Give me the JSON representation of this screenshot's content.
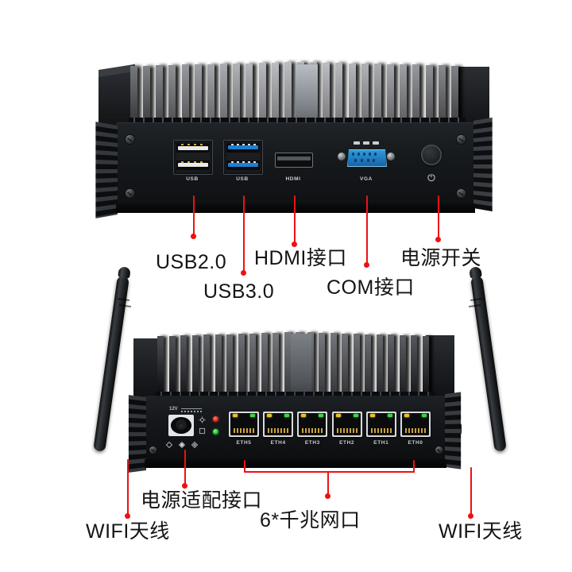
{
  "page": {
    "background": "#ffffff",
    "accent_line_color": "#ee1111",
    "text_color": "#141414"
  },
  "product": {
    "type": "fanless-mini-pc",
    "chassis_color": "#17191c",
    "heatsink_color": "#8d9298"
  },
  "front_panel": {
    "port_labels": [
      {
        "id": "usb2",
        "silk": "USB"
      },
      {
        "id": "usb3",
        "silk": "USB"
      },
      {
        "id": "hdmi",
        "silk": "HDMI"
      },
      {
        "id": "vga",
        "silk": "VGA"
      }
    ],
    "callouts": [
      {
        "id": "usb20",
        "text": "USB2.0"
      },
      {
        "id": "usb30",
        "text": "USB3.0"
      },
      {
        "id": "hdmi",
        "text": "HDMI接口"
      },
      {
        "id": "com",
        "text": "COM接口"
      },
      {
        "id": "power",
        "text": "电源开关"
      }
    ]
  },
  "rear_panel": {
    "power_input_silk": "12V",
    "ethernet_ports": [
      {
        "label": "ETH5"
      },
      {
        "label": "ETH4"
      },
      {
        "label": "ETH3"
      },
      {
        "label": "ETH2"
      },
      {
        "label": "ETH1"
      },
      {
        "label": "ETH0"
      }
    ],
    "leds": [
      {
        "id": "power-led",
        "color": "#e02b22"
      },
      {
        "id": "status-led",
        "color": "#22c02b"
      }
    ],
    "callouts": [
      {
        "id": "wifi-left",
        "text": "WIFI天线"
      },
      {
        "id": "dc-in",
        "text": "电源适配接口"
      },
      {
        "id": "lan",
        "text": "6*千兆网口"
      },
      {
        "id": "wifi-right",
        "text": "WIFI天线"
      }
    ]
  }
}
